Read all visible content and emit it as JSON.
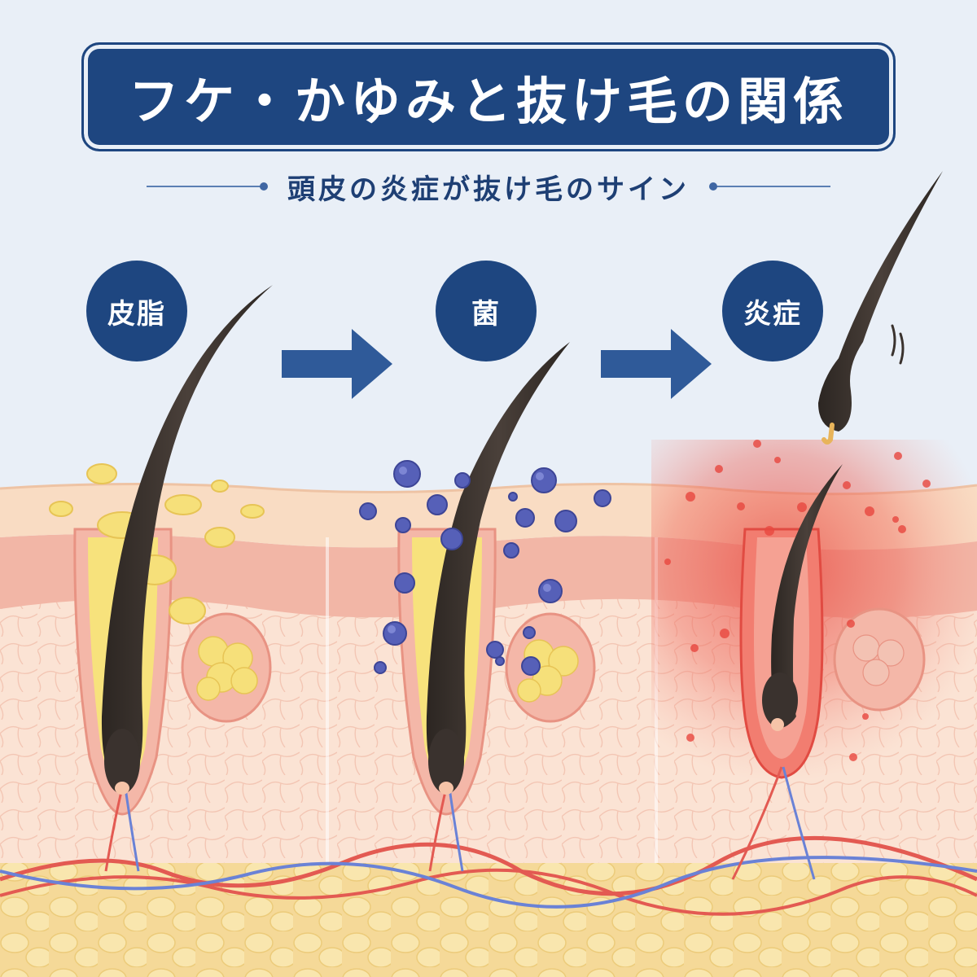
{
  "title": "フケ・かゆみと抜け毛の関係",
  "subtitle": "頭皮の炎症が抜け毛のサイン",
  "stages": [
    {
      "label": "皮脂",
      "icon": "sebum-hair-follicle-icon"
    },
    {
      "label": "菌",
      "icon": "bacteria-follicle-icon"
    },
    {
      "label": "炎症",
      "icon": "inflamed-follicle-hair-loss-icon"
    }
  ],
  "colors": {
    "navy": "#1e4680",
    "background": "#e9eff7",
    "skin": "#f7dccb",
    "dermis_pink": "#f1b5a6",
    "sebum": "#f6e07a",
    "bacteria": "#5660b8",
    "inflammation": "#e8473f",
    "hair": "#3a322e",
    "fat": "#f6dfa0"
  }
}
